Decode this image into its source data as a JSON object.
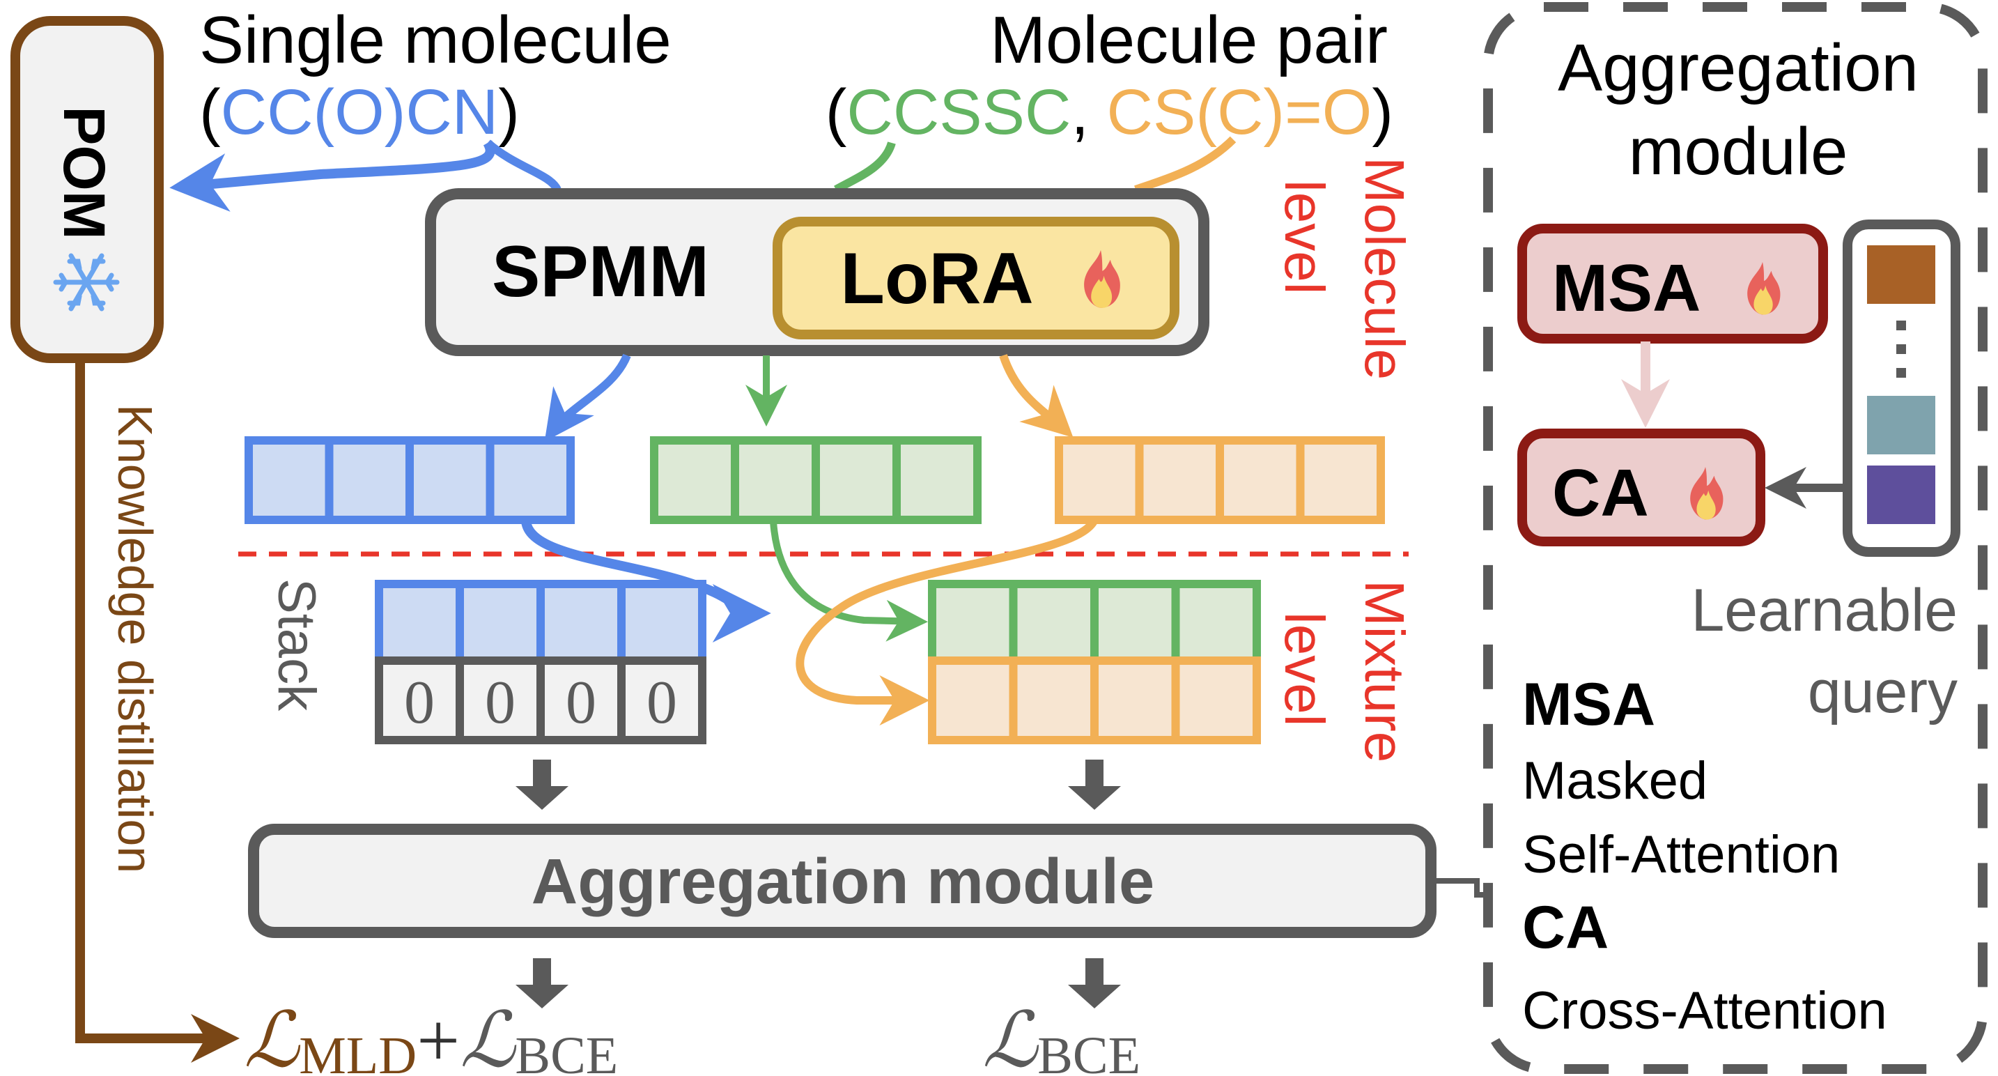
{
  "inputs": {
    "single": {
      "title": "Single molecule",
      "open": "(",
      "smiles": "CC(O)CN",
      "close": ")"
    },
    "pair": {
      "title": "Molecule pair",
      "open": "(",
      "smiles_a": "CCSSC",
      "sep": ", ",
      "smiles_b": "CS(C)=O",
      "close": ")"
    }
  },
  "pom": {
    "label": "POM",
    "status_icon": "snowflake-icon",
    "status": "frozen"
  },
  "encoder": {
    "label": "SPMM",
    "adapter_label": "LoRA",
    "adapter_icon": "fire-icon",
    "adapter_status": "trainable"
  },
  "levels": {
    "molecule": [
      "Molecule",
      "level"
    ],
    "mixture": [
      "Mixture",
      "level"
    ]
  },
  "stack_label": "Stack",
  "padding_values": [
    "0",
    "0",
    "0",
    "0"
  ],
  "embedding_cells": 4,
  "aggregation_label": "Aggregation module",
  "knowledge_distillation_label": "Knowledge distillation",
  "losses": {
    "left": {
      "mld": "MLD",
      "plus": "+",
      "bce": "BCE",
      "script": "ℒ"
    },
    "right": {
      "bce": "BCE",
      "script": "ℒ"
    }
  },
  "panel": {
    "title": [
      "Aggregation",
      "module"
    ],
    "msa_label": "MSA",
    "ca_label": "CA",
    "query_label": [
      "Learnable",
      "query"
    ],
    "query_ellipsis": "⋮",
    "legend": [
      {
        "abbr": "MSA",
        "full": [
          "Masked",
          "Self-Attention"
        ]
      },
      {
        "abbr": "CA",
        "full": [
          "Cross-Attention"
        ]
      }
    ]
  },
  "colors": {
    "blue": "#5586e8",
    "blue_fill": "#cddbf3",
    "green": "#63b462",
    "green_fill": "#dde9d6",
    "orange": "#f2b055",
    "orange_fill": "#f7e5d1",
    "brown": "#7a4716",
    "gray": "#5a5a5a",
    "light_gray": "#f2f2f2",
    "red": "#e8352a",
    "lora_border": "#b88f30",
    "lora_fill": "#fae5a2",
    "attn_border": "#8c1a14",
    "attn_fill": "#eccdcd",
    "query_top": "#a86126",
    "query_mid": "#7fa3ad",
    "query_bottom": "#5e4f9c"
  }
}
